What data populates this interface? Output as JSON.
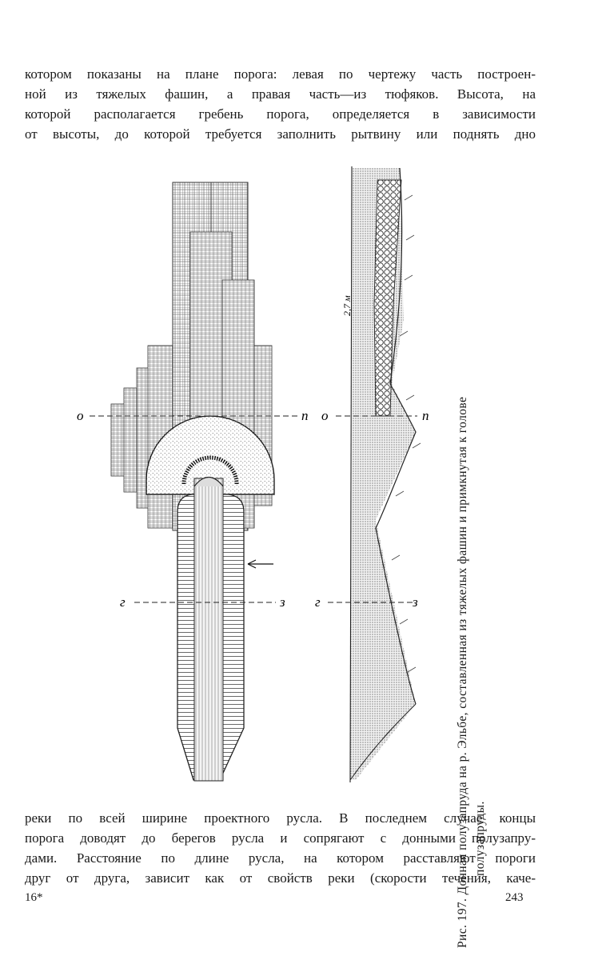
{
  "text_top": {
    "lines": [
      "котором показаны на плане порога: левая по чертежу часть построен-",
      "ной из тяжелых фашин, а правая часть—из тюфяков. Высота, на",
      "которой располагается гребень порога, определяется в зависимости",
      "от высоты, до которой требуется заполнить рытвину или поднять дно"
    ]
  },
  "figure": {
    "caption_line_1": "Рис. 197. Донная полузапруда на р. Эльбе, составленная из тяжелых фашин и примкнутая к голове",
    "caption_line_2": "полузапруды.",
    "plan_labels": {
      "o_left": "о",
      "n_right": "п",
      "r_left": "г",
      "s_right": "з"
    },
    "section_labels": {
      "o_left": "о",
      "n_right": "п",
      "r_left": "г",
      "s_right": "з",
      "depth": "2,7 м"
    },
    "colors": {
      "ink": "#1a1a1a",
      "hatch": "#444444",
      "paper": "#ffffff"
    }
  },
  "text_bottom": {
    "lines": [
      "реки по всей ширине проектного русла. В последнем случае концы",
      "порога доводят до берегов русла и сопрягают с донными полузапру-",
      "дами. Расстояние по длине русла, на котором расставляют пороги",
      "друг от друга, зависит как от свойств реки (скорости течения, каче-"
    ]
  },
  "footer": {
    "signature": "16*",
    "page_number": "243"
  }
}
